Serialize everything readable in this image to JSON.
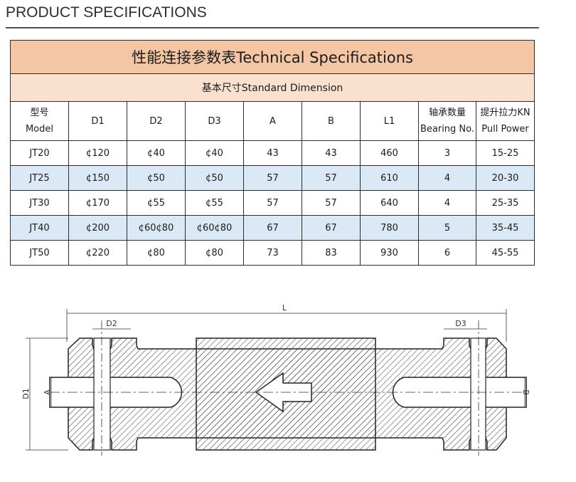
{
  "page": {
    "heading": "PRODUCT SPECIFICATIONS"
  },
  "table": {
    "title": "性能连接参数表Technical Specifications",
    "subtitle": "基本尺寸Standard Dimension",
    "headers": [
      {
        "line1": "型号",
        "line2": "Model"
      },
      {
        "line1": "D1",
        "line2": ""
      },
      {
        "line1": "D2",
        "line2": ""
      },
      {
        "line1": "D3",
        "line2": ""
      },
      {
        "line1": "A",
        "line2": ""
      },
      {
        "line1": "B",
        "line2": ""
      },
      {
        "line1": "L1",
        "line2": ""
      },
      {
        "line1": "轴承数量",
        "line2": "Bearing No."
      },
      {
        "line1": "提升拉力KN",
        "line2": "Pull Power"
      }
    ],
    "rows": [
      [
        "JT20",
        "¢120",
        "¢40",
        "¢40",
        "43",
        "43",
        "460",
        "3",
        "15-25"
      ],
      [
        "JT25",
        "¢150",
        "¢50",
        "¢50",
        "57",
        "57",
        "610",
        "4",
        "20-30"
      ],
      [
        "JT30",
        "¢170",
        "¢55",
        "¢55",
        "57",
        "57",
        "640",
        "4",
        "25-35"
      ],
      [
        "JT40",
        "¢200",
        "¢60¢80",
        "¢60¢80",
        "67",
        "67",
        "780",
        "5",
        "35-45"
      ],
      [
        "JT50",
        "¢220",
        "¢80",
        "¢80",
        "73",
        "83",
        "930",
        "6",
        "45-55"
      ]
    ],
    "shaded_rows": [
      1,
      3
    ],
    "colors": {
      "title_bg": "#f4c6a3",
      "subtitle_bg": "#fae1cf",
      "shaded_bg": "#dbe8f5"
    }
  },
  "drawing": {
    "labels": {
      "L": "L",
      "D1": "D1",
      "D2": "D2",
      "D3": "D3",
      "A": "A",
      "B": "B"
    }
  }
}
